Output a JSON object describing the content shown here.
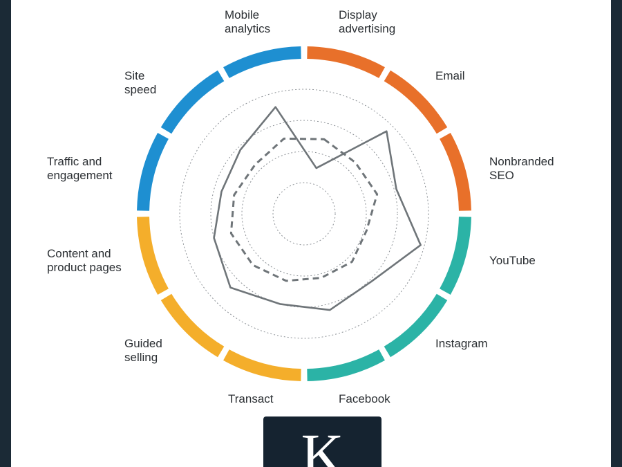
{
  "chart_data": {
    "type": "radar",
    "categories": [
      "Display advertising",
      "Email",
      "Nonbranded SEO",
      "YouTube",
      "Instagram",
      "Facebook",
      "Transact",
      "Guided selling",
      "Content and product pages",
      "Traffic and engagement",
      "Site speed",
      "Mobile analytics"
    ],
    "category_labels": [
      "Display\nadvertising",
      "Email",
      "Nonbranded\nSEO",
      "YouTube",
      "Instagram",
      "Facebook",
      "Transact",
      "Guided\nselling",
      "Content and\nproduct pages",
      "Traffic and\nengagement",
      "Site\nspeed",
      "Mobile\nanalytics"
    ],
    "category_groups": [
      {
        "color": "#e8702a",
        "categories": [
          "Display advertising",
          "Email",
          "Nonbranded SEO"
        ]
      },
      {
        "color": "#2bb3a6",
        "categories": [
          "YouTube",
          "Instagram",
          "Facebook"
        ]
      },
      {
        "color": "#f4ae2b",
        "categories": [
          "Transact",
          "Guided selling",
          "Content and product pages"
        ]
      },
      {
        "color": "#1e8fd1",
        "categories": [
          "Traffic and engagement",
          "Site speed",
          "Mobile analytics"
        ]
      }
    ],
    "series": [
      {
        "style": "solid",
        "values": [
          1.52,
          3.75,
          3.07,
          3.88,
          3.07,
          3.2,
          3.0,
          3.35,
          3.0,
          2.75,
          2.9,
          3.55
        ]
      },
      {
        "style": "dashed",
        "values": [
          2.48,
          2.33,
          2.43,
          2.08,
          2.18,
          2.13,
          2.23,
          2.33,
          2.43,
          2.33,
          2.23,
          2.5
        ]
      }
    ],
    "rings": [
      1,
      2,
      3,
      4
    ],
    "r_range": [
      0,
      5
    ],
    "grid": true,
    "legend": "none"
  },
  "logo": {
    "letter": "K"
  }
}
